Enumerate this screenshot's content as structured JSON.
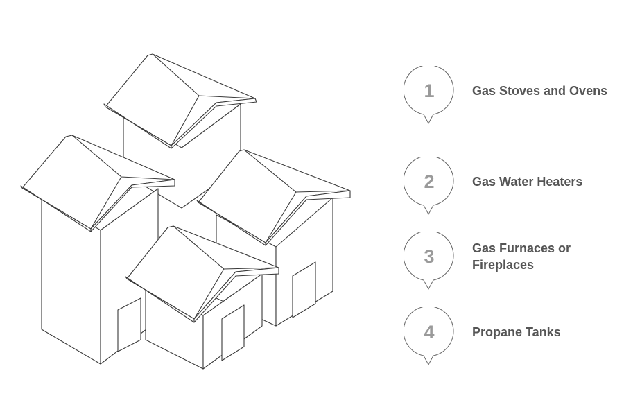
{
  "colors": {
    "outline": "#3a3a3a",
    "marker_stroke": "#666666",
    "number": "#9a9a9a",
    "label": "#555555"
  },
  "illustration": {
    "icon": "houses-cluster-icon"
  },
  "items": [
    {
      "number": "1",
      "label": "Gas Stoves and Ovens"
    },
    {
      "number": "2",
      "label": "Gas Water Heaters"
    },
    {
      "number": "3",
      "label": "Gas Furnaces or Fireplaces"
    },
    {
      "number": "4",
      "label": "Propane Tanks"
    }
  ]
}
